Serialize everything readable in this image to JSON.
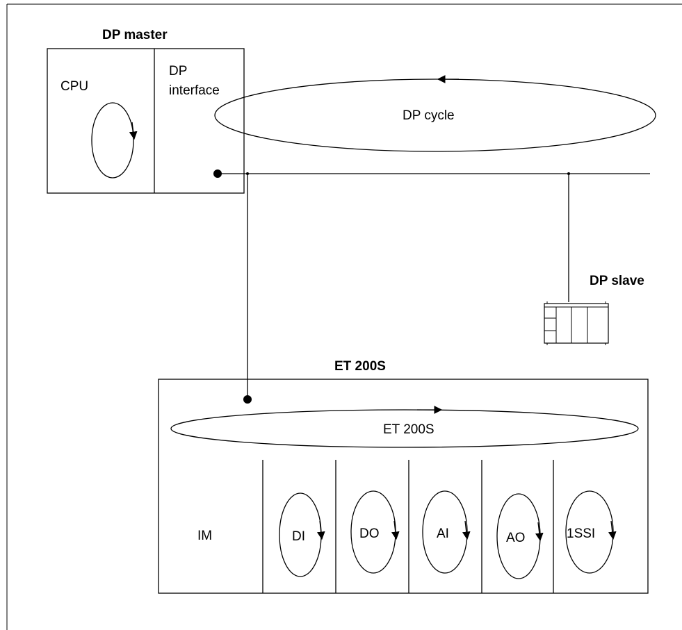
{
  "master": {
    "title": "DP master",
    "cpu_label": "CPU",
    "interface_label_line1": "DP",
    "interface_label_line2": "interface"
  },
  "dp_cycle_label": "DP cycle",
  "slave": {
    "title": "DP slave",
    "icon": "plc-rack-icon"
  },
  "et200s": {
    "title": "ET 200S",
    "cycle_label": "ET 200S",
    "im_label": "IM",
    "modules": [
      {
        "label": "DI"
      },
      {
        "label": "DO"
      },
      {
        "label": "AI"
      },
      {
        "label": "AO"
      },
      {
        "label": "1SSI"
      }
    ]
  }
}
